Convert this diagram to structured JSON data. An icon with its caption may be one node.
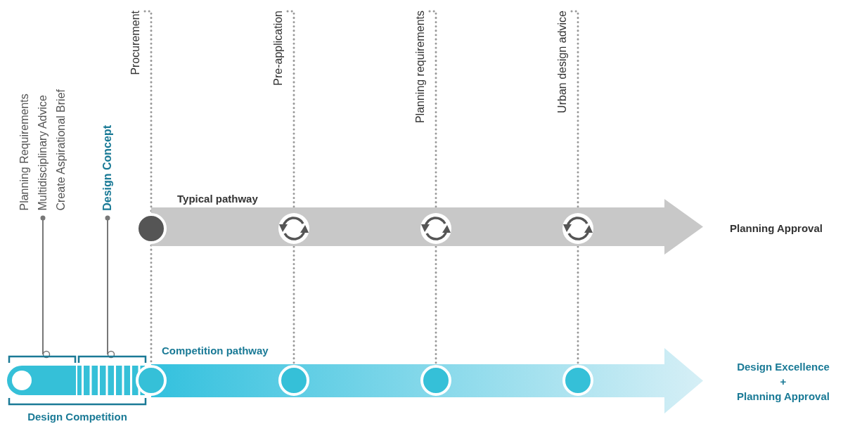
{
  "diagram": {
    "nodes": [
      {
        "text": [
          "Planning Requirements",
          "Multidisciplinary Advice",
          "Create Aspirational Brief"
        ]
      },
      {
        "text": [
          "Design Concept"
        ]
      },
      {
        "text": [],
        "shape": "bar"
      },
      {
        "text": [],
        "shape": "bar"
      },
      {
        "text": [
          "Procurement"
        ]
      },
      {
        "text": [
          "Pre-application"
        ]
      },
      {
        "text": [
          "Planning requirements"
        ]
      },
      {
        "text": [
          "Urban design advice"
        ]
      },
      {
        "text": [
          "Typical pathway"
        ]
      },
      {
        "text": [],
        "shape": "circle",
        "in": 8
      },
      {
        "text": [],
        "shape": "circle",
        "in": 8
      },
      {
        "text": [],
        "shape": "circle",
        "in": 8
      },
      {
        "text": [],
        "shape": "circle",
        "in": 8
      },
      {
        "text": [
          "Competition pathway"
        ]
      },
      {
        "text": [],
        "shape": "circle",
        "in": 13
      },
      {
        "text": [],
        "shape": "circle",
        "in": 13
      },
      {
        "text": [],
        "shape": "circle",
        "in": 13
      },
      {
        "text": [],
        "shape": "circle",
        "in": 13
      }
    ],
    "edges": [
      {
        "from": 0,
        "to": 2,
        "arrow": "other"
      },
      {
        "from": 1,
        "to": 3,
        "arrow": "other"
      },
      {
        "from": 4,
        "to": 9,
        "arrow": "none",
        "style": "dashed"
      },
      {
        "from": 9,
        "to": 14,
        "arrow": "none",
        "style": "dashed"
      },
      {
        "from": 5,
        "to": 10,
        "arrow": "none",
        "style": "dashed"
      },
      {
        "from": 10,
        "to": 15,
        "arrow": "none",
        "style": "dashed"
      },
      {
        "from": 6,
        "to": 11,
        "arrow": "none",
        "style": "dashed"
      },
      {
        "from": 11,
        "to": 16,
        "arrow": "none",
        "style": "dashed"
      },
      {
        "from": 7,
        "to": 12,
        "arrow": "none",
        "style": "dashed"
      },
      {
        "from": 12,
        "to": 17,
        "arrow": "none",
        "style": "dashed"
      }
    ],
    "labels": [
      "Planning Approval",
      "Design Excellence",
      "+",
      "Planning Approval",
      "Design Competition"
    ]
  }
}
